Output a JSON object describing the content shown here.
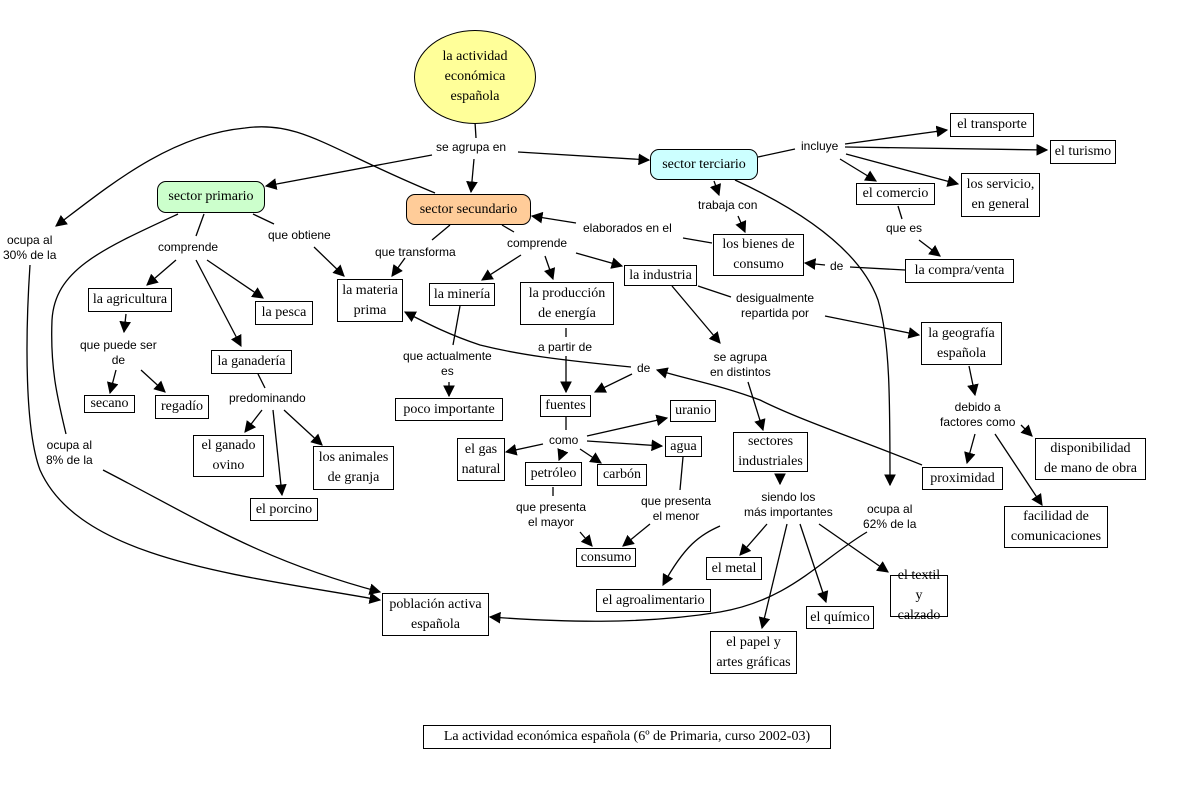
{
  "colors": {
    "root_fill": "#ffff99",
    "primario_fill": "#ccffcc",
    "secundario_fill": "#ffcc99",
    "terciario_fill": "#ccffff",
    "line": "#000000"
  },
  "concepts": {
    "root": "la actividad\neconómica\nespañola",
    "sector_primario": "sector primario",
    "sector_secundario": "sector secundario",
    "sector_terciario": "sector terciario",
    "el_transporte": "el transporte",
    "el_turismo": "el turismo",
    "el_comercio": "el comercio",
    "los_servicio": "los servicio,\nen general",
    "los_bienes": "los bienes de\nconsumo",
    "la_compra_venta": "la compra/venta",
    "la_agricultura": "la agricultura",
    "la_pesca": "la pesca",
    "la_ganaderia": "la ganadería",
    "secano": "secano",
    "regadio": "regadío",
    "el_ganado_ovino": "el ganado\novino",
    "el_porcino": "el porcino",
    "los_animales": "los animales\nde granja",
    "la_materia_prima": "la materia\nprima",
    "la_mineria": "la minería",
    "poco_importante": "poco importante",
    "la_produccion": "la producción\nde energía",
    "la_industria": "la industria",
    "fuentes": "fuentes",
    "uranio": "uranio",
    "agua": "agua",
    "el_gas_natural": "el gas\nnatural",
    "petroleo": "petróleo",
    "carbon": "carbón",
    "consumo": "consumo",
    "sectores_industriales": "sectores\nindustriales",
    "la_geografia": "la geografía\nespañola",
    "proximidad": "proximidad",
    "disponibilidad": "disponibilidad\nde mano de obra",
    "facilidad": "facilidad de\ncomunicaciones",
    "el_metal": "el metal",
    "el_agroalimentario": "el agroalimentario",
    "el_quimico": "el químico",
    "el_textil": "el textil y\ncalzado",
    "el_papel": "el papel y\nartes gráficas",
    "poblacion_activa": "población activa\nespañola"
  },
  "linking_phrases": {
    "se_agrupa_en": "se agrupa en",
    "ocupa_30": "ocupa  al\n30% de la",
    "comprende_primario": "comprende",
    "que_obtiene": "que obtiene",
    "que_transforma": "que transforma",
    "comprende_secundario": "comprende",
    "elaborados_en_el": "elaborados en el",
    "trabaja_con": "trabaja con",
    "incluye": "incluye",
    "que_es": "que es",
    "de_compra": "de",
    "que_puede_ser_de": "que puede ser\nde",
    "predominando": "predominando",
    "ocupa_8": "ocupa al\n8% de la",
    "que_actualmente_es": "que actualmente\nes",
    "a_partir_de": "a partir de",
    "de_fuentes": "de",
    "desigualmente": "desigualmente\nrepartida por",
    "se_agrupa_distintos": "se agrupa\nen distintos",
    "como": "como",
    "que_presenta_mayor": "que presenta\nel mayor",
    "que_presenta_menor": "que presenta\nel menor",
    "siendo_los": "siendo los\nmás importantes",
    "ocupa_62": "ocupa al\n62% de la",
    "debido_a": "debido a\nfactores como"
  },
  "caption": "La actividad económica española (6º de Primaria, curso 2002-03)"
}
